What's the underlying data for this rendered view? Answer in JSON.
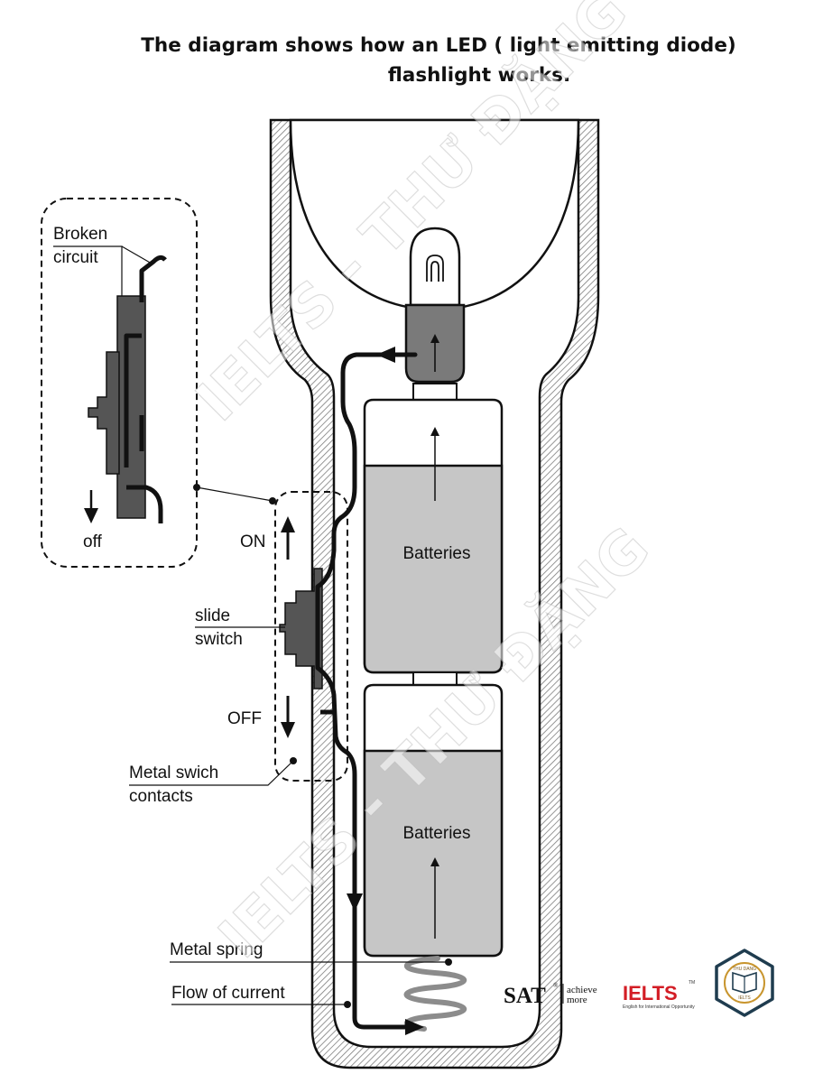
{
  "title": {
    "line1": "The diagram shows how an LED ( light emitting diode)",
    "line2": "flashlight works."
  },
  "labels": {
    "broken_circuit_1": "Broken",
    "broken_circuit_2": "circuit",
    "off_small": "off",
    "on": "ON",
    "off": "OFF",
    "slide_switch_1": "slide",
    "slide_switch_2": "switch",
    "metal_switch_contacts_1": "Metal swich",
    "metal_switch_contacts_2": "contacts",
    "metal_spring": "Metal spring",
    "flow_of_current": "Flow of current",
    "batteries_top": "Batteries",
    "batteries_bottom": "Batteries"
  },
  "watermark": {
    "text1": "IELTS - THƯ ĐẶNG",
    "text2": "IELTS - THƯ ĐẶNG"
  },
  "logos": {
    "sat": "SAT",
    "sat_reg": "®",
    "achieve": "achieve",
    "more": "more",
    "ielts": "IELTS",
    "ielts_tm": "TM",
    "ielts_sub": "English for International Opportunity",
    "badge_1": "THU DANG",
    "badge_2": "IELTS"
  },
  "colors": {
    "casing_hatch": "#7d7d7d",
    "battery_fill": "#c6c6c6",
    "switch_fill": "#555555",
    "spring": "#8c8c8c",
    "ielts_red": "#d31d25",
    "badge_gold": "#c8952e",
    "badge_border": "#1f3c4f"
  }
}
